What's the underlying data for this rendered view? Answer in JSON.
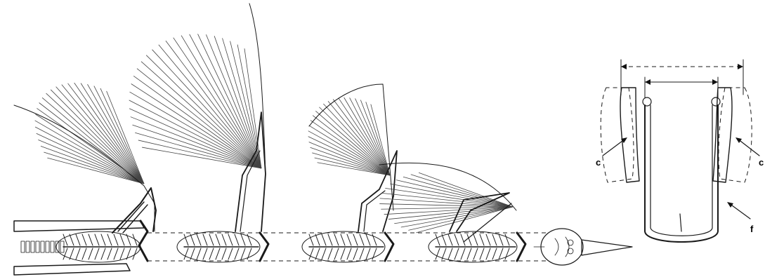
{
  "figure": {
    "labels": {
      "left_c": "c",
      "right_c": "c",
      "f": "f"
    }
  }
}
